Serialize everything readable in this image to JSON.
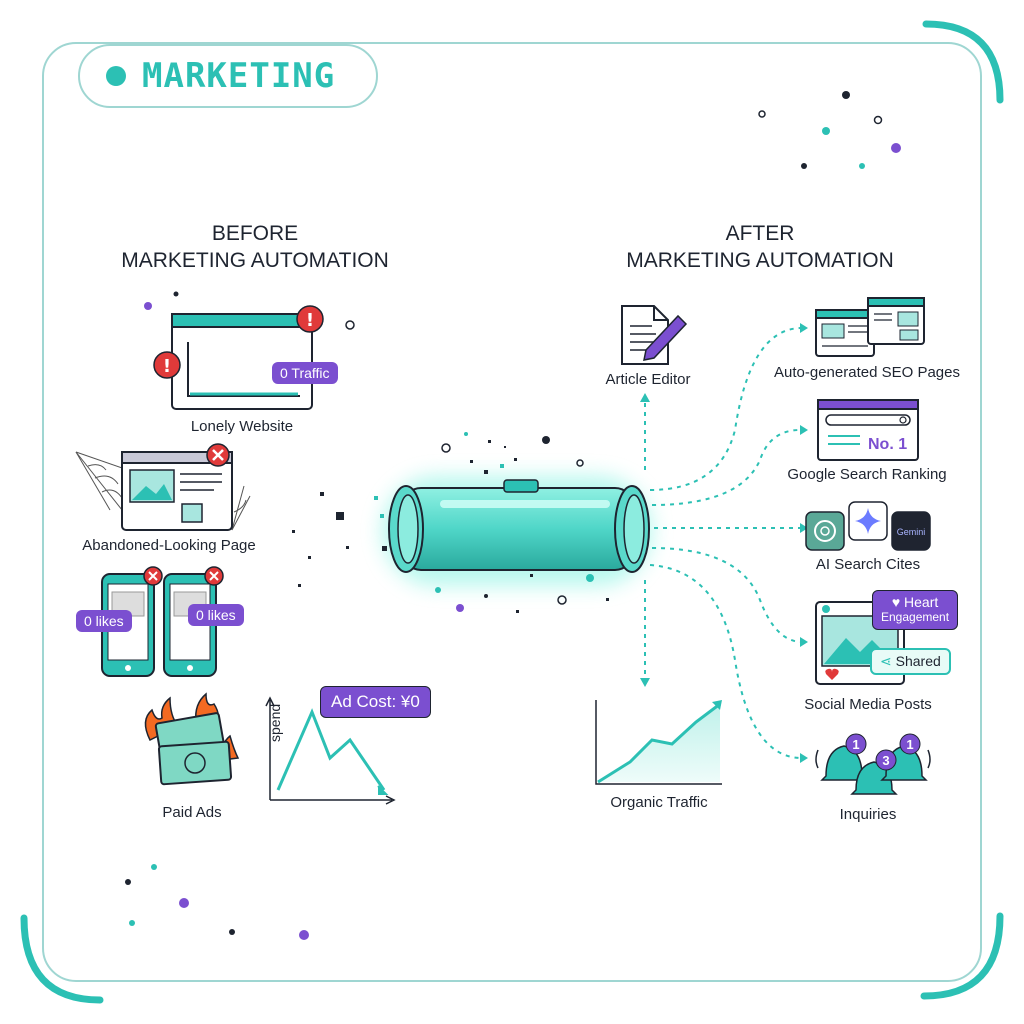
{
  "badge": {
    "label": "MARKETING"
  },
  "before": {
    "heading_line1": "BEFORE",
    "heading_line2": "MARKETING AUTOMATION",
    "lonely_website": {
      "label": "Lonely Website",
      "traffic_badge": "0 Traffic"
    },
    "abandoned_page": {
      "label": "Abandoned-Looking Page"
    },
    "likes": {
      "left": "0 likes",
      "right": "0 likes"
    },
    "paid_ads": {
      "label": "Paid Ads",
      "cost_badge": "Ad Cost: ¥0",
      "axis_label": "spend"
    }
  },
  "after": {
    "heading_line1": "AFTER",
    "heading_line2": "MARKETING AUTOMATION",
    "article_editor": {
      "label": "Article Editor"
    },
    "seo_pages": {
      "label": "Auto-generated SEO Pages"
    },
    "search_ranking": {
      "label": "Google Search Ranking",
      "rank": "No. 1"
    },
    "ai_cites": {
      "label": "AI Search Cites",
      "gemini": "Gemini"
    },
    "social_posts": {
      "label": "Social Media Posts",
      "heart": "Heart",
      "engagement": "Engagement",
      "shared": "Shared"
    },
    "organic_traffic": {
      "label": "Organic Traffic"
    },
    "inquiries": {
      "label": "Inquiries",
      "count_left": "1",
      "count_right": "1",
      "count_center": "3"
    }
  },
  "colors": {
    "teal": "#2cc0b4",
    "purple": "#7b4fd0",
    "red": "#e03a3a",
    "frame": "#9fd6d2"
  }
}
